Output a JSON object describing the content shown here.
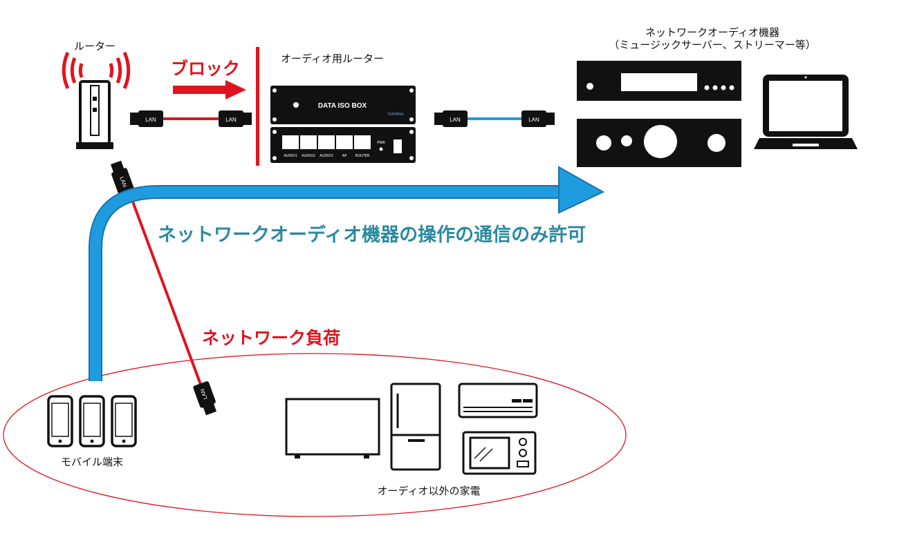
{
  "labels": {
    "router": "ルーター",
    "block": "ブロック",
    "audio_router": "オーディオ用ルーター",
    "network_audio_line1": "ネットワークオーディオ機器",
    "network_audio_line2": "（ミュージックサーバー、ストリーマー等）",
    "permit": "ネットワークオーディオ機器の操作の通信のみ許可",
    "network_load": "ネットワーク負荷",
    "mobile": "モバイル端末",
    "appliances": "オーディオ以外の家電"
  },
  "device": {
    "front_label": "DATA ISO BOX",
    "brand": "TOPWING",
    "ports": [
      "AUDIO1",
      "AUDIO2",
      "AUDIO3",
      "AP",
      "ROUTER"
    ],
    "pwr": "PWR"
  },
  "connector_label": "LAN",
  "colors": {
    "red": "#e0141e",
    "blue": "#1f9be0",
    "blue_text": "#2a8aa0",
    "black": "#111111"
  }
}
